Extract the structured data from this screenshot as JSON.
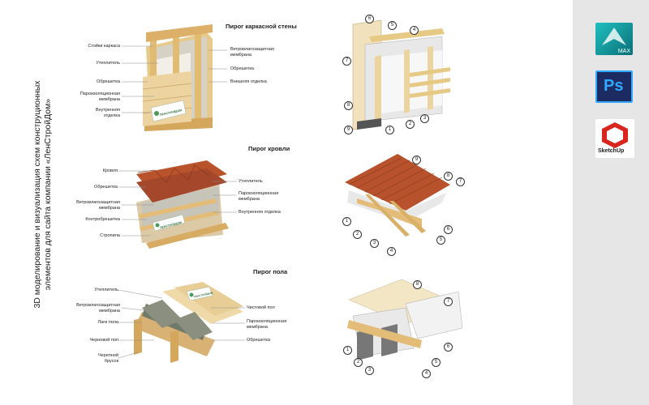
{
  "sections": [
    {
      "title": "Пирог каркасной стены",
      "left_labels": [
        "Стойки каркаса",
        "Утеплитель",
        "Обрешетка",
        "Пароизоляционная мембрана",
        "Внутренняя отделка"
      ],
      "right_labels": [
        "Ветровлагозащитная мембрана",
        "Обрешетка",
        "Внешняя отделка"
      ],
      "badge": "ЛЕНСТРОЙДОМ"
    },
    {
      "title": "Пирог кровли",
      "left_labels": [
        "Кровля",
        "Обрешетка",
        "Ветровлагозащитная мембрана",
        "Контробрешетка",
        "Стропила"
      ],
      "right_labels": [
        "Утеплитель",
        "Пароизоляционная мембрана",
        "Внутренняя отделка"
      ],
      "badge": "ЛЕНСТРОЙДОМ"
    },
    {
      "title": "Пирог пола",
      "left_labels": [
        "Утеплитель",
        "Ветровлагозащитная мембрана",
        "Лаги пола",
        "Черновой пол",
        "Черепной брусок"
      ],
      "right_labels": [
        "Чистовой пол",
        "Пароизоляционная мембрана",
        "Обрешетка"
      ],
      "badge": "ЛЕНСТРОЙДОМ"
    }
  ],
  "callouts": {
    "wall": [
      "6",
      "5",
      "4",
      "7",
      "8",
      "9",
      "1",
      "2",
      "3"
    ],
    "roof": [
      "9",
      "8",
      "7",
      "1",
      "2",
      "3",
      "4",
      "5",
      "6"
    ],
    "floor": [
      "8",
      "7",
      "1",
      "2",
      "3",
      "4",
      "5",
      "6"
    ]
  },
  "sidebar": {
    "title_line1": "3D моделирование и визуализация схем конструционных",
    "title_line2": "элементов для сайта компании «ЛенСтройДом»",
    "apps": [
      {
        "name": "3ds-max",
        "text": "MAX",
        "color": "#1aa7a7"
      },
      {
        "name": "photoshop",
        "text": "Ps",
        "color": "#2a3a7c"
      },
      {
        "name": "sketchup",
        "text": "SketchUp",
        "color": "#d9251d"
      }
    ]
  }
}
